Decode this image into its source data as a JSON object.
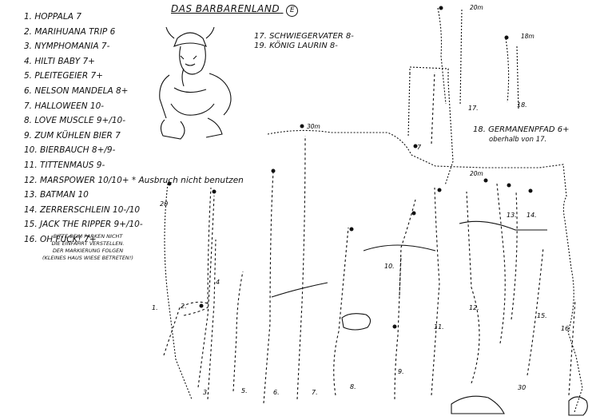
{
  "title": "DAS BARBARENLAND",
  "title_badge": "E",
  "route_list": [
    {
      "label": "1. HOPPALA 7"
    },
    {
      "label": "2. MARIHUANA TRIP 6"
    },
    {
      "label": "3. NYMPHOMANIA 7-"
    },
    {
      "label": "4. HILTI BABY 7+"
    },
    {
      "label": "5. PLEITEGEIER 7+"
    },
    {
      "label": "6. NELSON MANDELA 8+"
    },
    {
      "label": "7. HALLOWEEN 10-"
    },
    {
      "label": "8. LOVE MUSCLE 9+/10-"
    },
    {
      "label": "9. ZUM KÜHLEN BIER 7"
    },
    {
      "label": "10. BIERBAUCH 8+/9-"
    },
    {
      "label": "11. TITTENMAUS 9-"
    },
    {
      "label": "12. MARSPOWER 10/10+ * Ausbruch nicht benutzen"
    },
    {
      "label": "13. BATMAN 10"
    },
    {
      "label": "14. ZERRERSCHLEIN 10-/10"
    },
    {
      "label": "15. JACK THE RIPPER 9+/10-"
    },
    {
      "label": "16. OH FUCK! 7+"
    }
  ],
  "extra_routes": [
    "17. SCHWIEGERVATER 8-",
    "19. KÖNIG LAURIN 8-"
  ],
  "route18": {
    "name": "18. GERMANENPFAD 6+",
    "sub": "oberhalb von 17."
  },
  "parking_note": [
    "BITTE BEIM PARKEN NICHT",
    "DIE EINFAHRT VERSTELLEN.",
    "DER MARKIERUNG FOLGEN",
    "(KLEINES HAUS WIESE BETRETEN!)"
  ],
  "distances": {
    "top_right": "20m",
    "upper": "18m",
    "main": "30m",
    "mid": "20m"
  },
  "route_numbers": {
    "r1": "1.",
    "r2": "2.",
    "r3": "3.",
    "r4": "4",
    "r5": "5.",
    "r6": "6.",
    "r7": "7.",
    "r8": "8.",
    "r9": "9.",
    "r10": "10.",
    "r11": "11.",
    "r12": "12.",
    "r13": "13.",
    "r14": "14.",
    "r15": "15.",
    "r16": "16.",
    "r17": "17.",
    "r18": "18.",
    "r7top": "7"
  },
  "route_marks": {
    "a": "20",
    "b": "30"
  }
}
